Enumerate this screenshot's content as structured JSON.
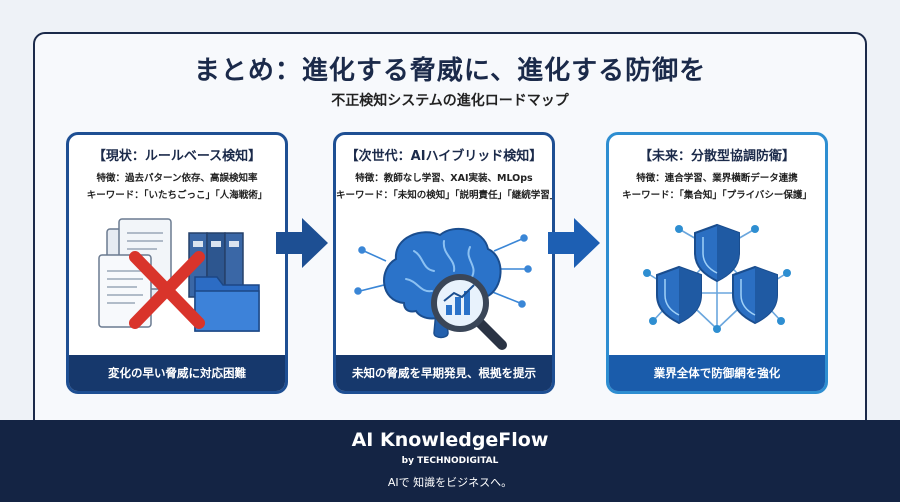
{
  "header": {
    "title": "まとめ：進化する脅威に、進化する防御を",
    "subtitle": "不正検知システムの進化ロードマップ"
  },
  "cards": [
    {
      "title": "【現状：ルールベース検知】",
      "features": "特徴：過去パターン依存、高誤検知率",
      "keywords": "キーワード：「いたちごっこ」「人海戦術」",
      "footer": "変化の早い脅威に対応困難",
      "illustration": "documents-cross-icon"
    },
    {
      "title": "【次世代：AIハイブリッド検知】",
      "features": "特徴：教師なし学習、XAI実装、MLOps",
      "keywords": "キーワード：「未知の検知」「説明責任」「継続学習」",
      "footer": "未知の脅威を早期発見、根拠を提示",
      "illustration": "ai-brain-magnifier-icon"
    },
    {
      "title": "【未来：分散型協調防衛】",
      "features": "特徴：連合学習、業界横断データ連携",
      "keywords": "キーワード：「集合知」「プライバシー保護」",
      "footer": "業界全体で防御網を強化",
      "illustration": "shield-network-icon"
    }
  ],
  "arrows": [
    "arrow-right-icon",
    "arrow-right-icon"
  ],
  "footer": {
    "brand": "AI KnowledgeFlow",
    "byline": "by TECHNODIGITAL",
    "tagline": "AIで 知識をビジネスへ。"
  },
  "colors": {
    "navy": "#142444",
    "card_border": "#1e4f93",
    "accent_blue": "#2e8ed1",
    "cross_red": "#d9342b"
  }
}
